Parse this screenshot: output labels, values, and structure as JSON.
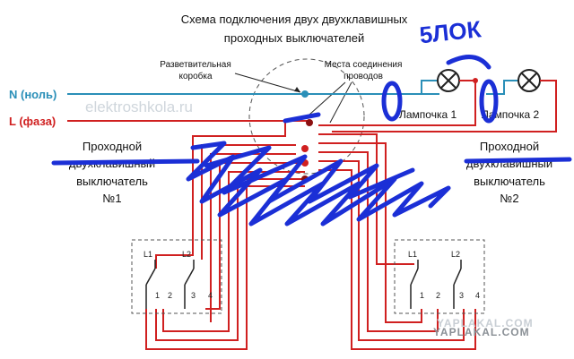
{
  "title": {
    "line1": "Схема подключения двух двухклавишных",
    "line2": "проходных выключателей"
  },
  "labels": {
    "junction_box_1": "Разветвительная",
    "junction_box_2": "коробка",
    "connection_points_1": "Места соединения",
    "connection_points_2": "проводов",
    "neutral": "N (ноль)",
    "phase": "L (фаза)",
    "lamp1": "Лампочка 1",
    "lamp2": "Лампочка 2"
  },
  "switch1": {
    "line1": "Проходной",
    "line2": "двухклавишный",
    "line3": "выключатель",
    "line4": "№1",
    "terminals": [
      "L1",
      "L2",
      "1",
      "2",
      "3",
      "4"
    ]
  },
  "switch2": {
    "line1": "Проходной",
    "line2": "двухклавишный",
    "line3": "выключатель",
    "line4": "№2",
    "terminals": [
      "L1",
      "L2",
      "1",
      "2",
      "3",
      "4"
    ]
  },
  "watermark": "elektroshkola.ru",
  "yaplakal": "YAPLAKAL.COM",
  "handwriting": "5ЛОК",
  "colors": {
    "neutral_wire": "#2a8fb8",
    "phase_wire": "#d02020",
    "scribble": "#1b2fd6",
    "lamp_stroke": "#222222"
  }
}
